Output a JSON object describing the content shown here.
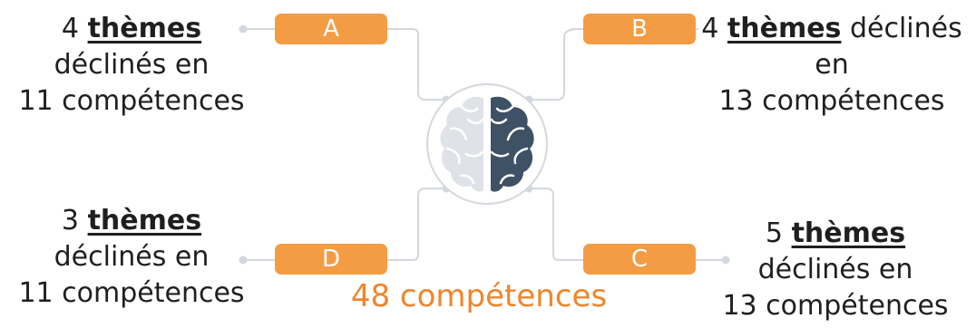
{
  "branches": {
    "a": {
      "letter": "A",
      "count": "4",
      "keyword": "thèmes",
      "line1_rest": "",
      "line2": "déclinés en",
      "line3": "11 compétences"
    },
    "b": {
      "letter": "B",
      "count": "4",
      "keyword": "thèmes",
      "line1_rest": "déclinés",
      "line2": "en",
      "line3": "13 compétences"
    },
    "c": {
      "letter": "C",
      "count": "5",
      "keyword": "thèmes",
      "line1_rest": "",
      "line2": "déclinés en",
      "line3": "13 compétences"
    },
    "d": {
      "letter": "D",
      "count": "3",
      "keyword": "thèmes",
      "line1_rest": "",
      "line2": "déclinés en",
      "line3": "11 compétences"
    }
  },
  "total": "48 compétences",
  "center_icon": "brain-icon",
  "colors": {
    "accent": "#f39c43",
    "total_text": "#f0852a",
    "brain_light": "#dfe3e8",
    "brain_dark": "#3f5165",
    "connector": "#d4d8de"
  }
}
